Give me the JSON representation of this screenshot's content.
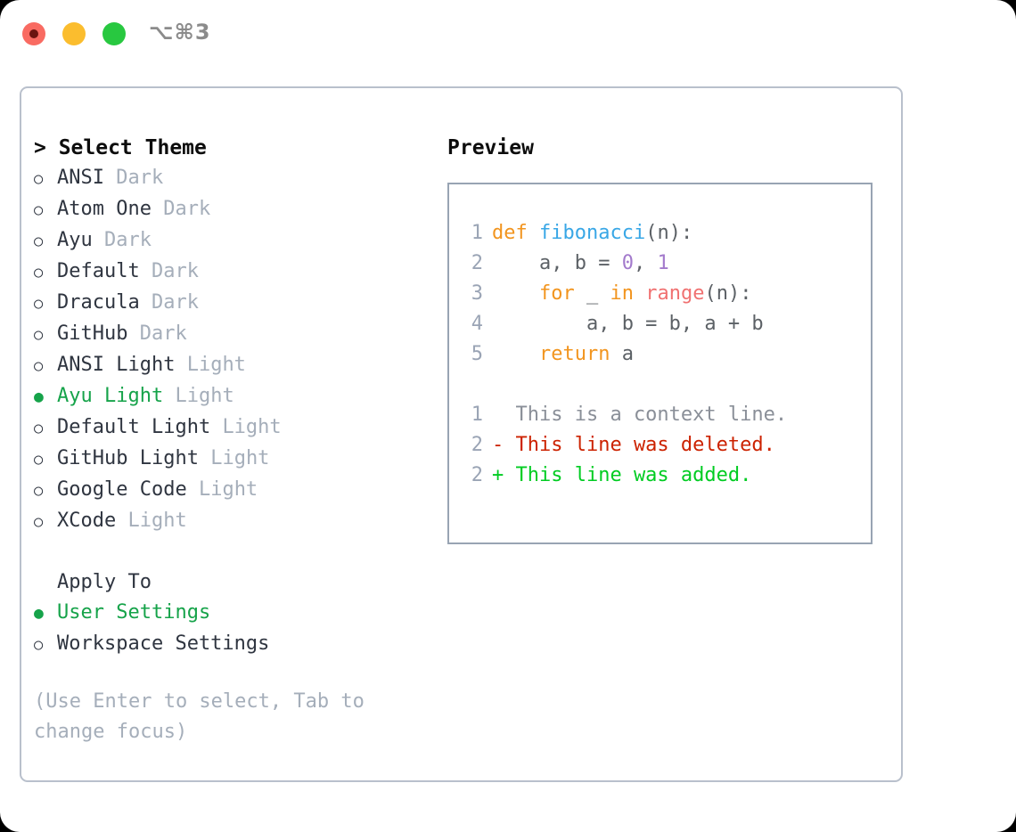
{
  "titlebar": {
    "shortcut": "⌥⌘3",
    "buttons": [
      {
        "name": "close",
        "color": "#f96b62"
      },
      {
        "name": "minimize",
        "color": "#fbbd2e"
      },
      {
        "name": "maximize",
        "color": "#28c840"
      }
    ]
  },
  "theme_picker": {
    "heading": "> Select Theme",
    "options": [
      {
        "marker": "○",
        "name": "ANSI",
        "variant": "Dark",
        "selected": false
      },
      {
        "marker": "○",
        "name": "Atom One",
        "variant": "Dark",
        "selected": false
      },
      {
        "marker": "○",
        "name": "Ayu",
        "variant": "Dark",
        "selected": false
      },
      {
        "marker": "○",
        "name": "Default",
        "variant": "Dark",
        "selected": false
      },
      {
        "marker": "○",
        "name": "Dracula",
        "variant": "Dark",
        "selected": false
      },
      {
        "marker": "○",
        "name": "GitHub",
        "variant": "Dark",
        "selected": false
      },
      {
        "marker": "○",
        "name": "ANSI Light",
        "variant": "Light",
        "selected": false
      },
      {
        "marker": "●",
        "name": "Ayu Light",
        "variant": "Light",
        "selected": true
      },
      {
        "marker": "○",
        "name": "Default Light",
        "variant": "Light",
        "selected": false
      },
      {
        "marker": "○",
        "name": "GitHub Light",
        "variant": "Light",
        "selected": false
      },
      {
        "marker": "○",
        "name": "Google Code",
        "variant": "Light",
        "selected": false
      },
      {
        "marker": "○",
        "name": "XCode",
        "variant": "Light",
        "selected": false
      }
    ]
  },
  "apply_to": {
    "heading": "Apply To",
    "options": [
      {
        "marker": "●",
        "name": "User Settings",
        "selected": true
      },
      {
        "marker": "○",
        "name": "Workspace Settings",
        "selected": false
      }
    ]
  },
  "hint": "(Use Enter to select, Tab to change focus)",
  "preview": {
    "label": "Preview",
    "code_lines": [
      {
        "no": "1",
        "tokens": [
          {
            "t": "def",
            "c": "kw"
          },
          {
            "t": " ",
            "c": "punct"
          },
          {
            "t": "fibonacci",
            "c": "fn"
          },
          {
            "t": "(n):",
            "c": "punct"
          }
        ]
      },
      {
        "no": "2",
        "tokens": [
          {
            "t": "    a, b = ",
            "c": "punct"
          },
          {
            "t": "0",
            "c": "num"
          },
          {
            "t": ", ",
            "c": "punct"
          },
          {
            "t": "1",
            "c": "num"
          }
        ]
      },
      {
        "no": "3",
        "tokens": [
          {
            "t": "    ",
            "c": "punct"
          },
          {
            "t": "for",
            "c": "kw"
          },
          {
            "t": " _ ",
            "c": "punct"
          },
          {
            "t": "in",
            "c": "kw"
          },
          {
            "t": " ",
            "c": "punct"
          },
          {
            "t": "range",
            "c": "call"
          },
          {
            "t": "(n):",
            "c": "punct"
          }
        ]
      },
      {
        "no": "4",
        "tokens": [
          {
            "t": "        a, b = b, a + b",
            "c": "punct"
          }
        ]
      },
      {
        "no": "5",
        "tokens": [
          {
            "t": "    ",
            "c": "punct"
          },
          {
            "t": "return",
            "c": "kw"
          },
          {
            "t": " a",
            "c": "punct"
          }
        ]
      }
    ],
    "diff_lines": [
      {
        "no": "1",
        "text": "  This is a context line.",
        "kind": "diff-ctx"
      },
      {
        "no": "2",
        "text": "- This line was deleted.",
        "kind": "diff-del"
      },
      {
        "no": "2",
        "text": "+ This line was added.",
        "kind": "diff-add"
      }
    ]
  },
  "colors": {
    "accent_green": "#16a34a",
    "keyword_orange": "#f2951f",
    "function_blue": "#39a7e6",
    "number_purple": "#a37acc",
    "call_red": "#f07171",
    "diff_deleted": "#cc2200",
    "diff_added": "#00cc22",
    "muted": "#a5aeba",
    "border": "#b9c0cc"
  }
}
